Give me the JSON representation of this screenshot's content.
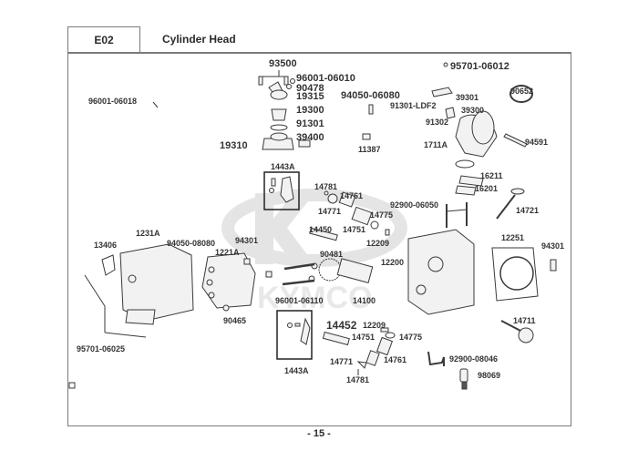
{
  "header": {
    "section_code": "E02",
    "section_title": "Cylinder Head"
  },
  "footer": {
    "page_number": "- 15 -"
  },
  "watermark": {
    "brand": "KYMCO",
    "color": "#d4d4d4"
  },
  "colors": {
    "line": "#3a3a3a",
    "frame": "#7a7a7a",
    "part_fill": "#f2f2f2",
    "callout_box": "#222222"
  },
  "parts": [
    {
      "id": "p01",
      "number": "93500"
    },
    {
      "id": "p02",
      "number": "96001-06010"
    },
    {
      "id": "p03",
      "number": "90478"
    },
    {
      "id": "p04",
      "number": "19315"
    },
    {
      "id": "p05",
      "number": "19300"
    },
    {
      "id": "p06",
      "number": "91301"
    },
    {
      "id": "p07",
      "number": "39400"
    },
    {
      "id": "p08",
      "number": "19310"
    },
    {
      "id": "p09",
      "number": "96001-06018"
    },
    {
      "id": "p10",
      "number": "95701-06012"
    },
    {
      "id": "p11",
      "number": "94050-06080"
    },
    {
      "id": "p12",
      "number": "39301"
    },
    {
      "id": "p13",
      "number": "91301-LDF2"
    },
    {
      "id": "p14",
      "number": "39300"
    },
    {
      "id": "p15",
      "number": "91302"
    },
    {
      "id": "p16",
      "number": "90652"
    },
    {
      "id": "p17",
      "number": "11387"
    },
    {
      "id": "p18",
      "number": "1711A"
    },
    {
      "id": "p19",
      "number": "94591"
    },
    {
      "id": "p20",
      "number": "1443A"
    },
    {
      "id": "p21",
      "number": "14781"
    },
    {
      "id": "p22",
      "number": "14761"
    },
    {
      "id": "p23",
      "number": "14771"
    },
    {
      "id": "p24",
      "number": "14775"
    },
    {
      "id": "p25",
      "number": "14751"
    },
    {
      "id": "p26",
      "number": "16211"
    },
    {
      "id": "p27",
      "number": "16201"
    },
    {
      "id": "p28",
      "number": "92900-06050"
    },
    {
      "id": "p29",
      "number": "14721"
    },
    {
      "id": "p30",
      "number": "14450"
    },
    {
      "id": "p31",
      "number": "12209"
    },
    {
      "id": "p32",
      "number": "12251"
    },
    {
      "id": "p33",
      "number": "94301"
    },
    {
      "id": "p34",
      "number": "1231A"
    },
    {
      "id": "p35",
      "number": "94050-08080"
    },
    {
      "id": "p36",
      "number": "94301"
    },
    {
      "id": "p37",
      "number": "13406"
    },
    {
      "id": "p38",
      "number": "1221A"
    },
    {
      "id": "p39",
      "number": "90481"
    },
    {
      "id": "p40",
      "number": "12200"
    },
    {
      "id": "p41",
      "number": "96001-06110"
    },
    {
      "id": "p42",
      "number": "14100"
    },
    {
      "id": "p43",
      "number": "90465"
    },
    {
      "id": "p44",
      "number": "95701-06025"
    },
    {
      "id": "p45",
      "number": "14452"
    },
    {
      "id": "p46",
      "number": "12209"
    },
    {
      "id": "p47",
      "number": "14751"
    },
    {
      "id": "p48",
      "number": "14775"
    },
    {
      "id": "p49",
      "number": "14711"
    },
    {
      "id": "p50",
      "number": "1443A"
    },
    {
      "id": "p51",
      "number": "14771"
    },
    {
      "id": "p52",
      "number": "14761"
    },
    {
      "id": "p53",
      "number": "92900-08046"
    },
    {
      "id": "p54",
      "number": "14781"
    },
    {
      "id": "p55",
      "number": "98069"
    }
  ]
}
